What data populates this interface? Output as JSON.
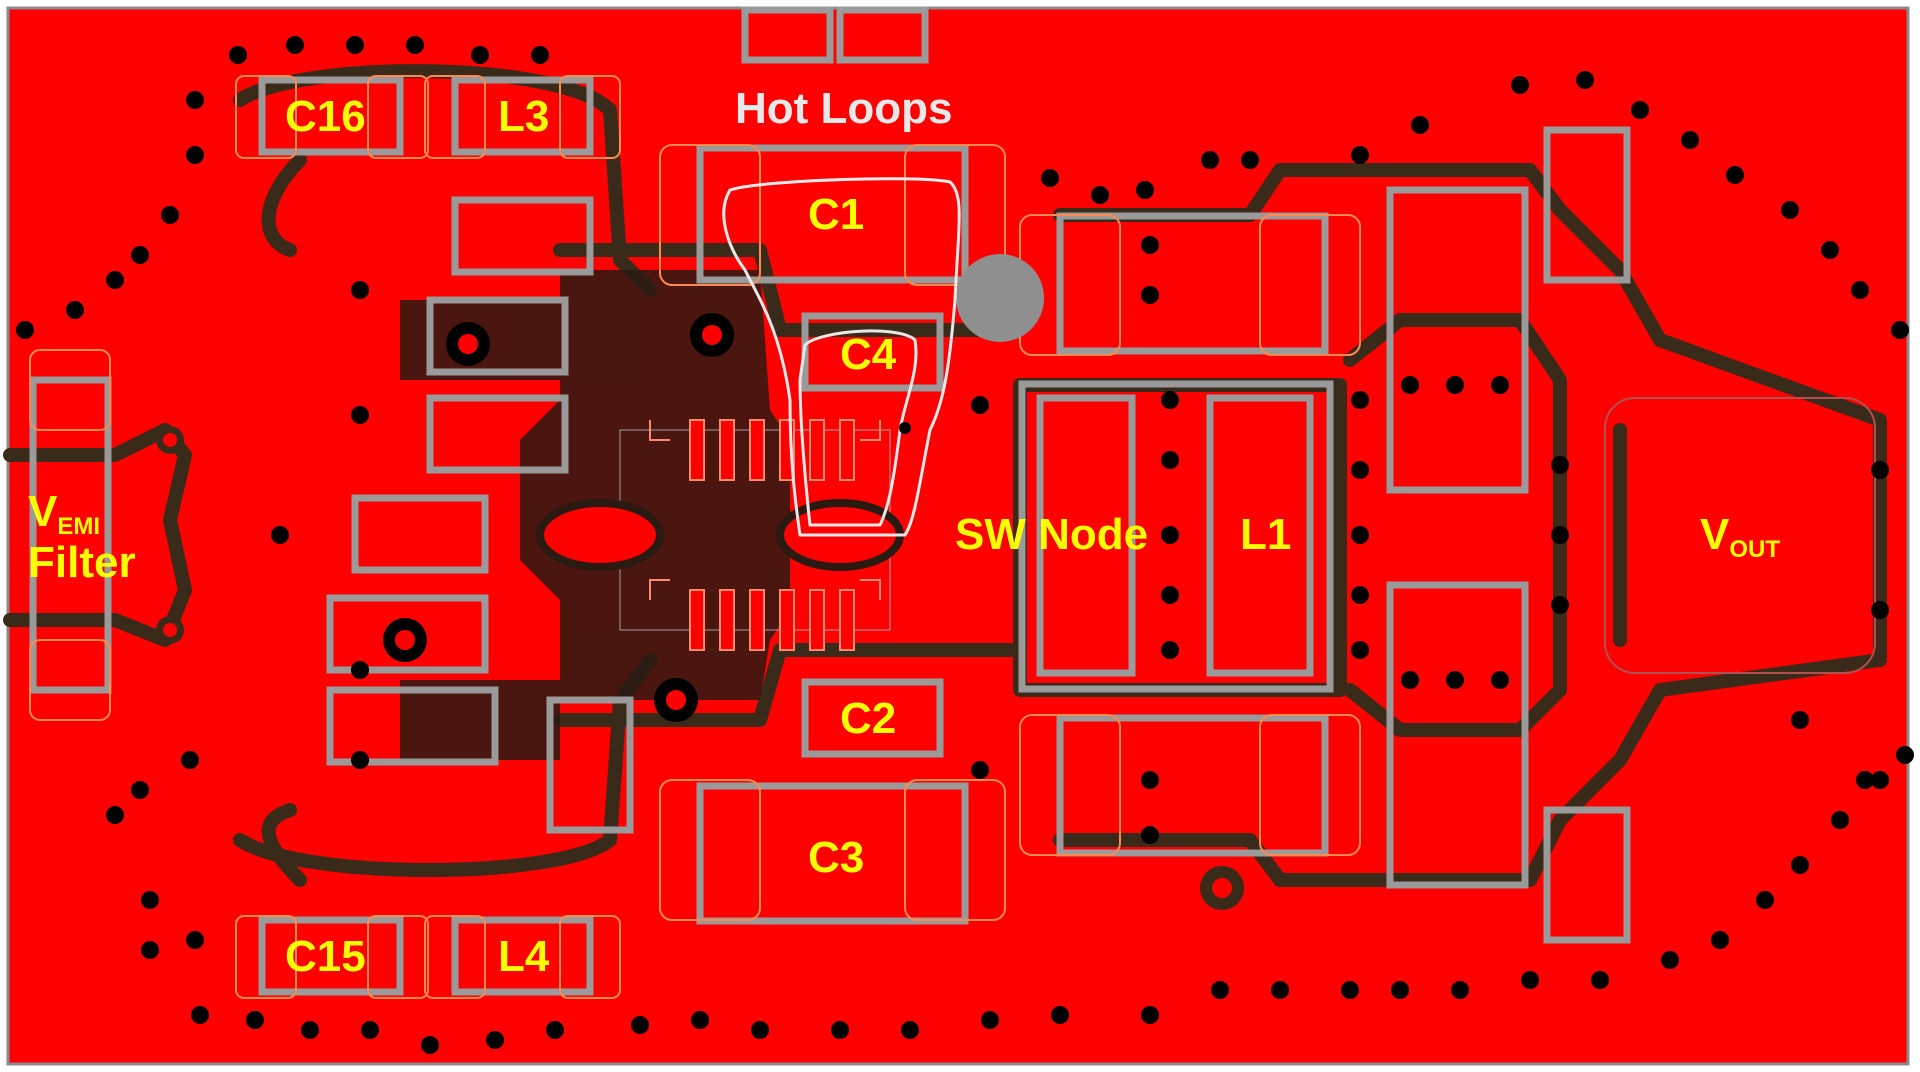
{
  "diagram": {
    "labels": {
      "c16": "C16",
      "l3": "L3",
      "hot_loops": "Hot Loops",
      "c1": "C1",
      "c4": "C4",
      "v": "V",
      "emi": "EMI",
      "filter": "Filter",
      "sw_node": "SW Node",
      "l1": "L1",
      "vout_v": "V",
      "vout_sub": "OUT",
      "c2": "C2",
      "c3": "C3",
      "c15": "C15",
      "l4": "L4"
    },
    "colors": {
      "copper": "#ff0000",
      "gap": "#3a2a1a",
      "outline": "#9a9a9a",
      "label": "#ffff00",
      "hot_loop": "#e8e8e8",
      "via": "#000000"
    }
  }
}
